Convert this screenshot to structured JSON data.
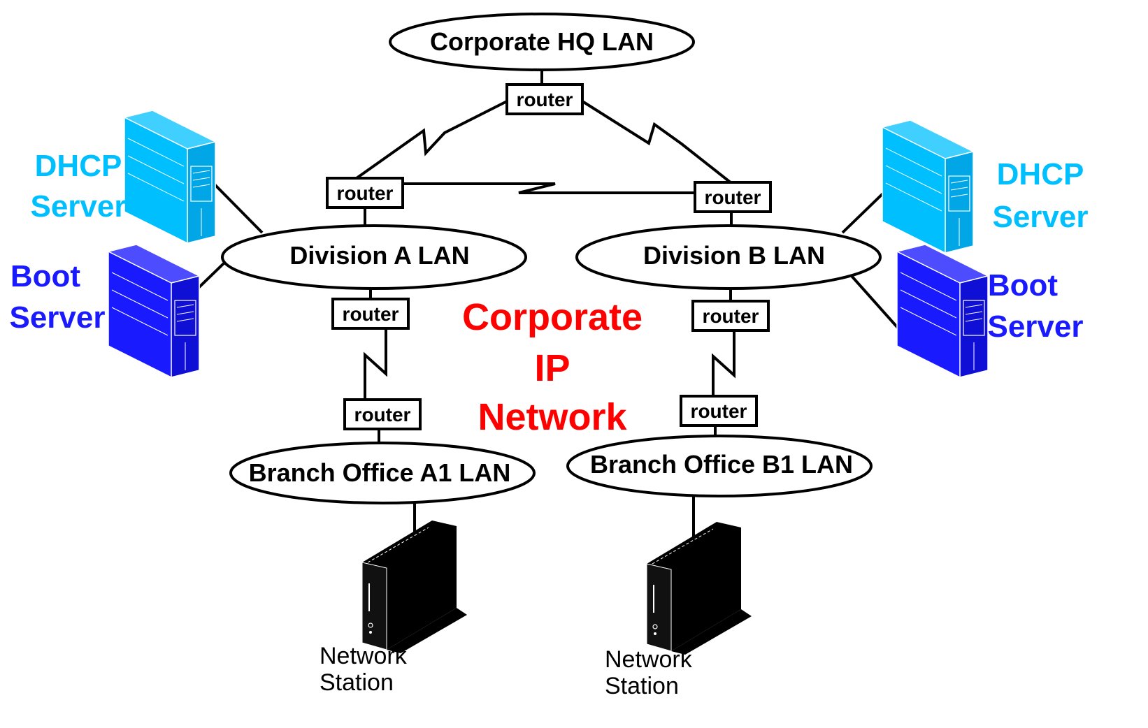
{
  "lans": {
    "hq": "Corporate HQ LAN",
    "division_a": "Division A LAN",
    "division_b": "Division B LAN",
    "branch_a1": "Branch Office A1 LAN",
    "branch_b1": "Branch Office B1 LAN"
  },
  "routers": {
    "label": "router"
  },
  "center_title": {
    "line1": "Corporate",
    "line2": "IP",
    "line3": "Network",
    "color": "#ff0000"
  },
  "servers": {
    "dhcp_line1": "DHCP",
    "dhcp_line2": "Server",
    "boot_line1": "Boot",
    "boot_line2": "Server",
    "dhcp_color": "#00bfff",
    "boot_color": "#1a1aff"
  },
  "stations": {
    "line1": "Network",
    "line2": "Station"
  },
  "icons": {
    "server": "tower-server-icon",
    "station": "network-station-icon"
  }
}
